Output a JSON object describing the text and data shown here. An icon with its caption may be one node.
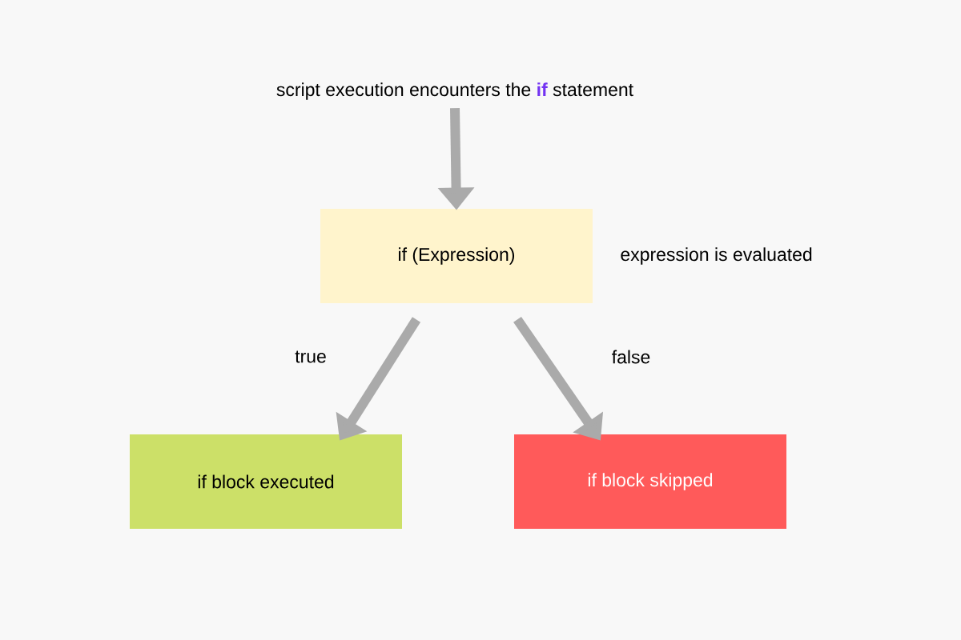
{
  "diagram": {
    "nodes": [
      {
        "text": [
          "script execution encounters the **if** statement"
        ]
      },
      {
        "text": [
          "if (Expression)"
        ],
        "beside": [
          "expression is evaluated"
        ]
      },
      {
        "text": [
          "if block executed"
        ]
      },
      {
        "text": [
          "if block skipped"
        ]
      }
    ],
    "edges": [
      {
        "from": 0,
        "to": 1,
        "arrow": "to"
      },
      {
        "from": 1,
        "to": 2,
        "arrow": "to",
        "label": "true"
      },
      {
        "from": 1,
        "to": 3,
        "arrow": "to",
        "label": "false"
      }
    ]
  }
}
